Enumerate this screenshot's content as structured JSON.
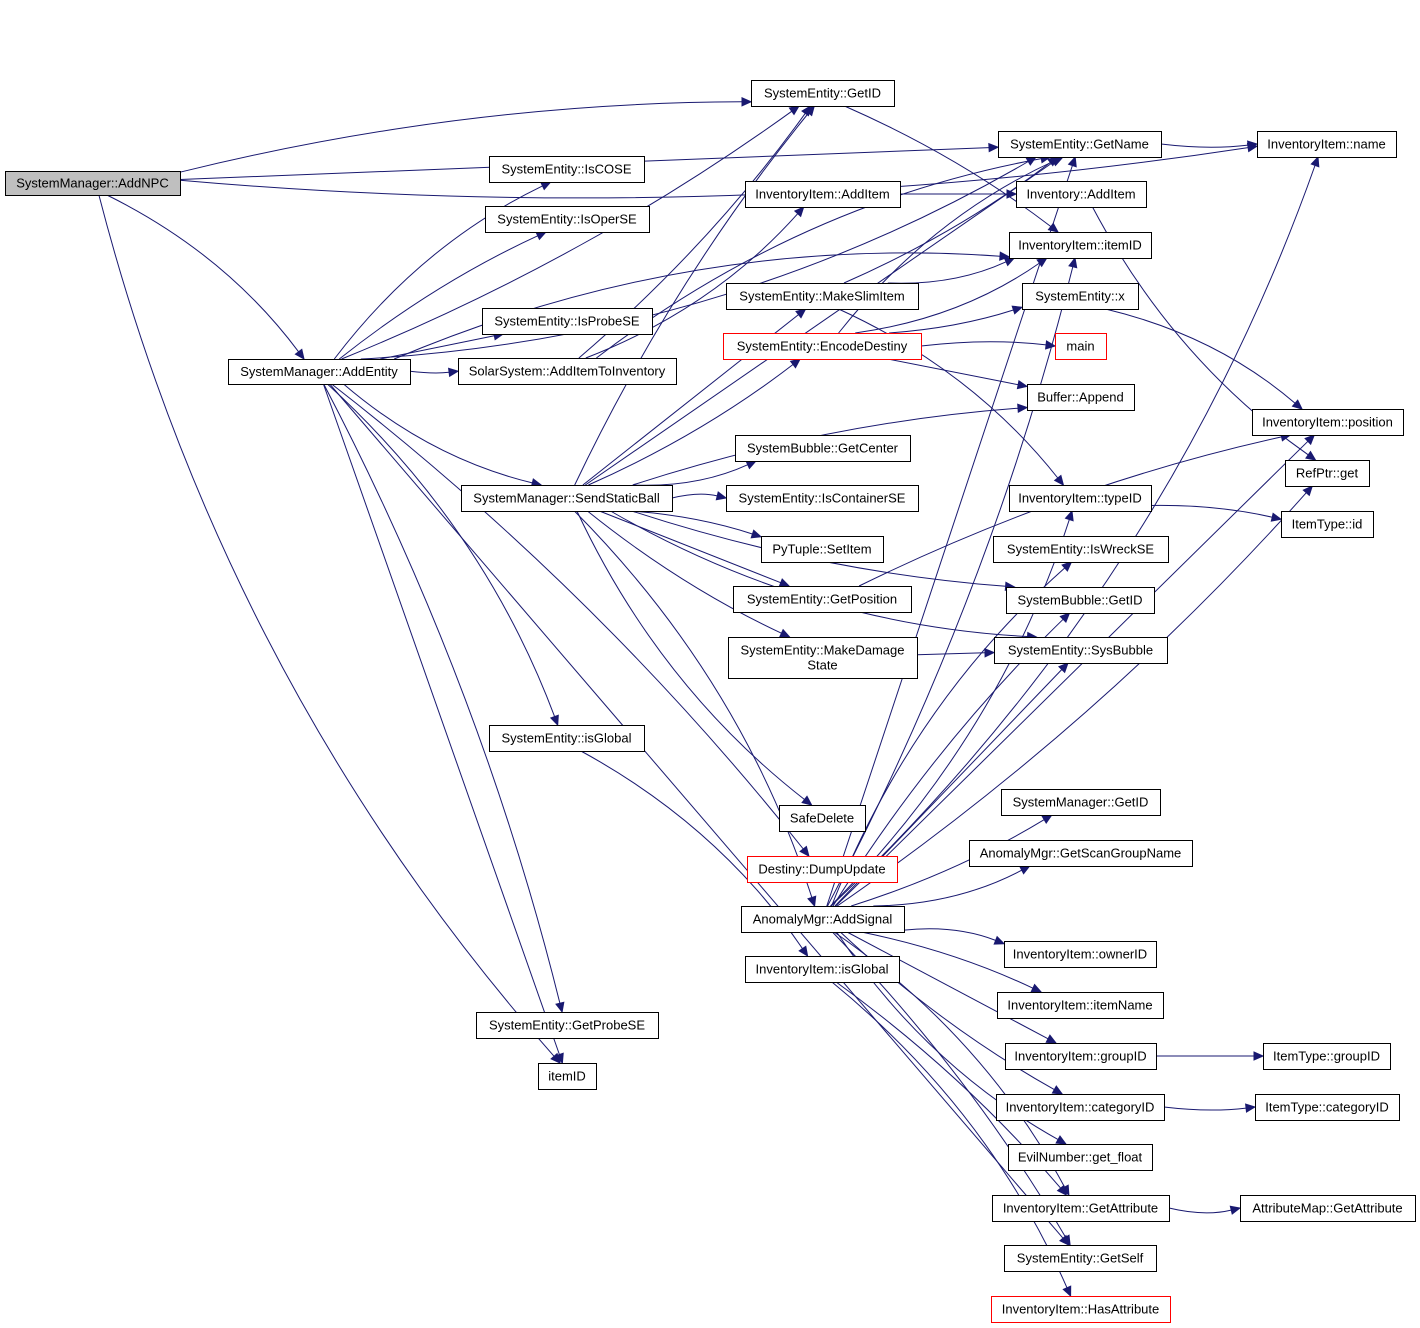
{
  "title": "SystemManager::AddNPC call graph",
  "colors": {
    "edge": "#191970",
    "root_fill": "#bfbfbf",
    "border": "#000000",
    "truncated_border": "#ff0000"
  },
  "nodes": [
    {
      "id": "addnpc",
      "label": "SystemManager::AddNPC",
      "style": "root"
    },
    {
      "id": "addentity",
      "label": "SystemManager::AddEntity"
    },
    {
      "id": "iscose",
      "label": "SystemEntity::IsCOSE"
    },
    {
      "id": "isoperse",
      "label": "SystemEntity::IsOperSE"
    },
    {
      "id": "isprobese",
      "label": "SystemEntity::IsProbeSE"
    },
    {
      "id": "additemtoinv",
      "label": "SolarSystem::AddItemToInventory"
    },
    {
      "id": "sendstaticball",
      "label": "SystemManager::SendStaticBall"
    },
    {
      "id": "se_isglobal",
      "label": "SystemEntity::isGlobal"
    },
    {
      "id": "getprobese",
      "label": "SystemEntity::GetProbeSE"
    },
    {
      "id": "itemid_free",
      "label": "itemID"
    },
    {
      "id": "se_getid",
      "label": "SystemEntity::GetID"
    },
    {
      "id": "ii_additem",
      "label": "InventoryItem::AddItem"
    },
    {
      "id": "makeslimitem",
      "label": "SystemEntity::MakeSlimItem"
    },
    {
      "id": "encodedestiny",
      "label": "SystemEntity::EncodeDestiny",
      "style": "red"
    },
    {
      "id": "getcenter",
      "label": "SystemBubble::GetCenter"
    },
    {
      "id": "iscontainerse",
      "label": "SystemEntity::IsContainerSE"
    },
    {
      "id": "setitem",
      "label": "PyTuple::SetItem"
    },
    {
      "id": "getposition",
      "label": "SystemEntity::GetPosition"
    },
    {
      "id": "makedamagestate",
      "label": "SystemEntity::MakeDamage\nState"
    },
    {
      "id": "safedelete",
      "label": "SafeDelete"
    },
    {
      "id": "dumpupdate",
      "label": "Destiny::DumpUpdate",
      "style": "red"
    },
    {
      "id": "addsignal",
      "label": "AnomalyMgr::AddSignal"
    },
    {
      "id": "ii_isglobal",
      "label": "InventoryItem::isGlobal"
    },
    {
      "id": "getname",
      "label": "SystemEntity::GetName"
    },
    {
      "id": "inv_additem",
      "label": "Inventory::AddItem"
    },
    {
      "id": "ii_itemid",
      "label": "InventoryItem::itemID"
    },
    {
      "id": "se_x",
      "label": "SystemEntity::x"
    },
    {
      "id": "main",
      "label": "main",
      "style": "red"
    },
    {
      "id": "append",
      "label": "Buffer::Append"
    },
    {
      "id": "typeid",
      "label": "InventoryItem::typeID"
    },
    {
      "id": "iswreckse",
      "label": "SystemEntity::IsWreckSE"
    },
    {
      "id": "sb_getid",
      "label": "SystemBubble::GetID"
    },
    {
      "id": "sysbubble",
      "label": "SystemEntity::SysBubble"
    },
    {
      "id": "sm_getid",
      "label": "SystemManager::GetID"
    },
    {
      "id": "getscangroupname",
      "label": "AnomalyMgr::GetScanGroupName"
    },
    {
      "id": "ownerid",
      "label": "InventoryItem::ownerID"
    },
    {
      "id": "itemname",
      "label": "InventoryItem::itemName"
    },
    {
      "id": "groupid",
      "label": "InventoryItem::groupID"
    },
    {
      "id": "categoryid",
      "label": "InventoryItem::categoryID"
    },
    {
      "id": "getfloat",
      "label": "EvilNumber::get_float"
    },
    {
      "id": "ii_getattribute",
      "label": "InventoryItem::GetAttribute"
    },
    {
      "id": "getself",
      "label": "SystemEntity::GetSelf"
    },
    {
      "id": "hasattribute",
      "label": "InventoryItem::HasAttribute",
      "style": "red"
    },
    {
      "id": "ii_name",
      "label": "InventoryItem::name"
    },
    {
      "id": "ii_position",
      "label": "InventoryItem::position"
    },
    {
      "id": "refptr_get",
      "label": "RefPtr::get"
    },
    {
      "id": "itemtype_id",
      "label": "ItemType::id"
    },
    {
      "id": "it_groupid",
      "label": "ItemType::groupID"
    },
    {
      "id": "it_categoryid",
      "label": "ItemType::categoryID"
    },
    {
      "id": "am_getattribute",
      "label": "AttributeMap::GetAttribute"
    }
  ],
  "edges": [
    [
      "addnpc",
      "addentity"
    ],
    [
      "addnpc",
      "se_getid"
    ],
    [
      "addnpc",
      "getname"
    ],
    [
      "addnpc",
      "ii_name"
    ],
    [
      "addnpc",
      "itemid_free"
    ],
    [
      "addentity",
      "iscose"
    ],
    [
      "addentity",
      "isoperse"
    ],
    [
      "addentity",
      "isprobese"
    ],
    [
      "addentity",
      "additemtoinv"
    ],
    [
      "addentity",
      "sendstaticball"
    ],
    [
      "addentity",
      "se_isglobal"
    ],
    [
      "addentity",
      "getprobese"
    ],
    [
      "addentity",
      "itemid_free"
    ],
    [
      "addentity",
      "se_getid"
    ],
    [
      "addentity",
      "getname"
    ],
    [
      "addentity",
      "ii_itemid"
    ],
    [
      "addentity",
      "dumpupdate"
    ],
    [
      "addentity",
      "getself"
    ],
    [
      "additemtoinv",
      "se_getid"
    ],
    [
      "additemtoinv",
      "ii_additem"
    ],
    [
      "additemtoinv",
      "getname"
    ],
    [
      "sendstaticball",
      "se_getid"
    ],
    [
      "sendstaticball",
      "makeslimitem"
    ],
    [
      "sendstaticball",
      "encodedestiny"
    ],
    [
      "sendstaticball",
      "getcenter"
    ],
    [
      "sendstaticball",
      "iscontainerse"
    ],
    [
      "sendstaticball",
      "setitem"
    ],
    [
      "sendstaticball",
      "getposition"
    ],
    [
      "sendstaticball",
      "makedamagestate"
    ],
    [
      "sendstaticball",
      "safedelete"
    ],
    [
      "sendstaticball",
      "addsignal"
    ],
    [
      "sendstaticball",
      "append"
    ],
    [
      "sendstaticball",
      "getname"
    ],
    [
      "sendstaticball",
      "sb_getid"
    ],
    [
      "sendstaticball",
      "sysbubble"
    ],
    [
      "se_isglobal",
      "ii_isglobal"
    ],
    [
      "se_getid",
      "ii_itemid"
    ],
    [
      "ii_additem",
      "inv_additem"
    ],
    [
      "makeslimitem",
      "getname"
    ],
    [
      "makeslimitem",
      "ii_itemid"
    ],
    [
      "makeslimitem",
      "typeid"
    ],
    [
      "encodedestiny",
      "main"
    ],
    [
      "encodedestiny",
      "append"
    ],
    [
      "encodedestiny",
      "se_x"
    ],
    [
      "encodedestiny",
      "ii_itemid"
    ],
    [
      "encodedestiny",
      "getname"
    ],
    [
      "getposition",
      "ii_position"
    ],
    [
      "makedamagestate",
      "sysbubble"
    ],
    [
      "getname",
      "ii_name"
    ],
    [
      "inv_additem",
      "refptr_get"
    ],
    [
      "se_x",
      "ii_position"
    ],
    [
      "typeid",
      "itemtype_id"
    ],
    [
      "addsignal",
      "getname"
    ],
    [
      "addsignal",
      "ii_itemid"
    ],
    [
      "addsignal",
      "typeid"
    ],
    [
      "addsignal",
      "iswreckse"
    ],
    [
      "addsignal",
      "sb_getid"
    ],
    [
      "addsignal",
      "sysbubble"
    ],
    [
      "addsignal",
      "sm_getid"
    ],
    [
      "addsignal",
      "getscangroupname"
    ],
    [
      "addsignal",
      "ownerid"
    ],
    [
      "addsignal",
      "itemname"
    ],
    [
      "addsignal",
      "groupid"
    ],
    [
      "addsignal",
      "categoryid"
    ],
    [
      "addsignal",
      "getfloat"
    ],
    [
      "addsignal",
      "ii_getattribute"
    ],
    [
      "addsignal",
      "getself"
    ],
    [
      "addsignal",
      "ii_position"
    ],
    [
      "addsignal",
      "refptr_get"
    ],
    [
      "addsignal",
      "ii_name"
    ],
    [
      "ii_isglobal",
      "hasattribute"
    ],
    [
      "ii_isglobal",
      "ii_getattribute"
    ],
    [
      "groupid",
      "it_groupid"
    ],
    [
      "categoryid",
      "it_categoryid"
    ],
    [
      "ii_getattribute",
      "am_getattribute"
    ]
  ]
}
